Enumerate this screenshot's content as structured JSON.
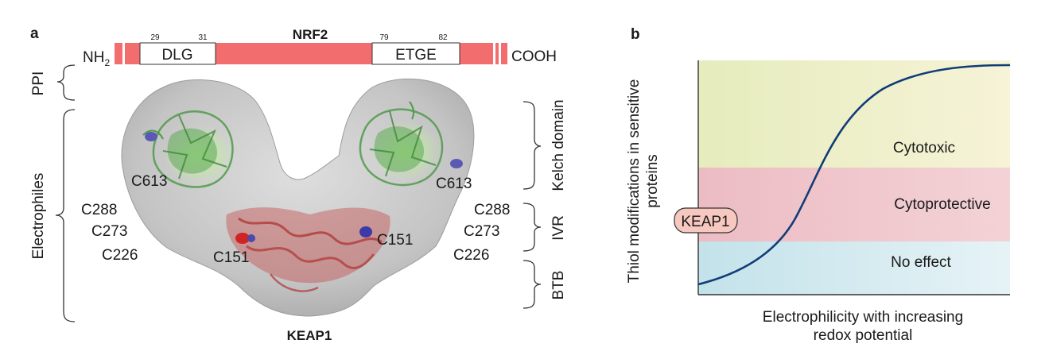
{
  "panel_a": {
    "letter": "a",
    "protein_title": "NRF2",
    "nh2_prefix": "NH",
    "nh2_sub": "2",
    "cooh": "COOH",
    "dlg": {
      "label": "DLG",
      "start": "29",
      "end": "31"
    },
    "etge": {
      "label": "ETGE",
      "start": "79",
      "end": "82"
    },
    "left_labels": {
      "ppi": "PPI",
      "electrophiles": "Electrophiles"
    },
    "right_labels": {
      "kelch": "Kelch domain",
      "ivr": "IVR",
      "btb": "BTB"
    },
    "cys_left": [
      "C288",
      "C273",
      "C226"
    ],
    "cys_right": [
      "C288",
      "C273",
      "C226"
    ],
    "c613_left": "C613",
    "c613_right": "C613",
    "c151_left": "C151",
    "c151_right": "C151",
    "keap1_title": "KEAP1",
    "colors": {
      "nrf2_bar": "#f26d6d",
      "kelch": "#4f9a4a",
      "btb": "#c45050",
      "shell": "#c9c9c9"
    }
  },
  "panel_b": {
    "letter": "b",
    "y_axis_line1": "Thiol modifications in sensitive",
    "y_axis_line2": "proteins",
    "x_axis_line1": "Electrophilicity with increasing",
    "x_axis_line2": "redox potential",
    "zones": [
      {
        "label": "Cytotoxic",
        "color": "#eef0c6"
      },
      {
        "label": "Cytoprotective",
        "color": "#efc6cc"
      },
      {
        "label": "No effect",
        "color": "#cde8ee"
      }
    ],
    "keap1_badge": "KEAP1",
    "curve_color": "#123c78"
  }
}
